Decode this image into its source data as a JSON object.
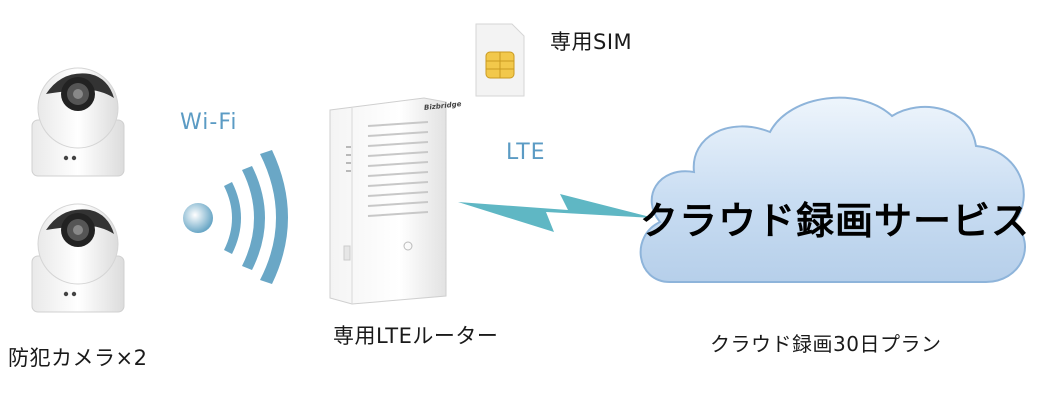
{
  "labels": {
    "cameras": "防犯カメラ×2",
    "wifi": "Wi-Fi",
    "sim": "専用SIM",
    "lte": "LTE",
    "router": "専用LTEルーター",
    "router_brand": "Bizbridge",
    "cloud_title": "クラウド録画サービス",
    "cloud_plan": "クラウド録画30日プラン"
  },
  "colors": {
    "connection_text": "#5b9bc4",
    "wifi_signal": "#6aa7c6",
    "lightning": "#5fb7c4",
    "cloud_fill": "#c9ddf2",
    "cloud_stroke": "#8eb4da",
    "sim_chip": "#f2c84b"
  },
  "icons": {
    "camera": "security-camera-icon",
    "wifi": "wifi-signal-icon",
    "sim": "sim-card-icon",
    "router": "lte-router-icon",
    "lightning": "lightning-bolt-icon",
    "cloud": "cloud-icon"
  }
}
